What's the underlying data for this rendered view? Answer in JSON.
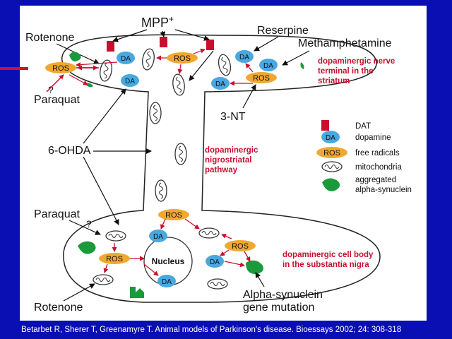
{
  "labels": {
    "mpp": "MPP",
    "mpp_sup": "+",
    "rotenone_top": "Rotenone",
    "reserpine": "Reserpine",
    "methamphetamine": "Methamphetamine",
    "paraquat_top": "Paraquat",
    "question_top": "?",
    "nt3": "3-NT",
    "ohda": "6-OHDA",
    "paraquat_bottom": "Paraquat",
    "question_bottom": "?",
    "rotenone_bottom": "Rotenone",
    "nucleus": "Nucleus",
    "asyn_mutation_1": "Alpha-synuclein",
    "asyn_mutation_2": "gene mutation",
    "ros": "ROS",
    "da": "DA"
  },
  "regions": {
    "terminal_1": "dopaminergic nerve",
    "terminal_2": "terminal in the",
    "terminal_3": "striatum",
    "pathway_1": "dopaminergic",
    "pathway_2": "nigrostriatal",
    "pathway_3": "pathway",
    "body_1": "dopaminergic cell body",
    "body_2": "in the substantia nigra"
  },
  "legend": {
    "dat": "DAT",
    "dopamine": "dopamine",
    "ros": "free radicals",
    "mito": "mitochondria",
    "asyn_1": "aggregated",
    "asyn_2": "alpha-synuclein"
  },
  "citation": "Betarbet R, Sherer T, Greenamyre T. Animal models of Parkinson's disease. Bioessays 2002; 24: 308-318",
  "colors": {
    "background": "#0a0fb4",
    "dat": "#c8102e",
    "dopamine": "#4aa8e0",
    "ros": "#f0a830",
    "asyn": "#1a9a3a",
    "arrow_red": "#c8102e",
    "region_text": "#c8102e"
  }
}
